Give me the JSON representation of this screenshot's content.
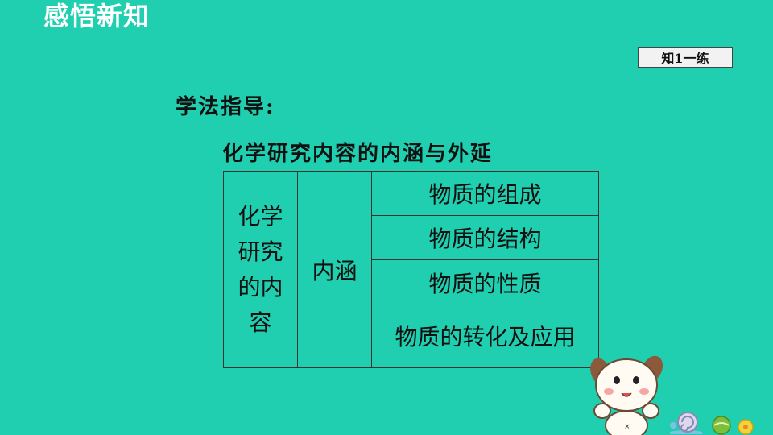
{
  "header": {
    "title": "感悟新知",
    "badge": "知1一练"
  },
  "guide": {
    "label": "学法指导:"
  },
  "table": {
    "caption": "化学研究内容的内涵与外延",
    "left_lines": [
      "化学",
      "研究",
      "的内",
      "容"
    ],
    "middle": "内涵",
    "items": [
      "物质的组成",
      "物质的结构",
      "物质的性质",
      "物质的转化及应用"
    ]
  },
  "decor": {
    "mascot_icon": "dog-mascot-icon",
    "snail_icon": "snail-icon",
    "ball_icons": [
      "green-ball-icon",
      "yellow-ball-icon"
    ]
  }
}
